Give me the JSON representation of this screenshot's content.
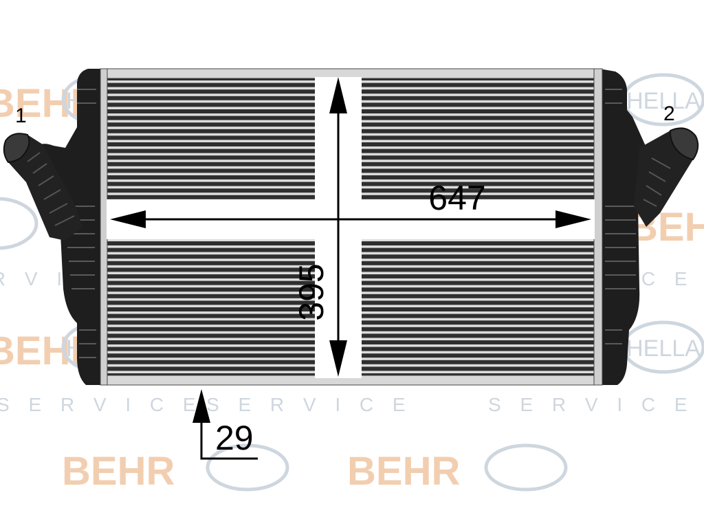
{
  "watermark": {
    "behr": "BEHR",
    "hella": "HELLA",
    "service": "S E R V I C E"
  },
  "labels": {
    "port_inlet": "1",
    "port_outlet": "2"
  },
  "dimensions": {
    "width": "647",
    "height": "395",
    "depth": "29"
  },
  "colors": {
    "watermark_behr": "#f1c9a8",
    "watermark_hella": "#c9d2dc",
    "core_dark": "#3a3a3a",
    "tank": "#1e1e1e",
    "line": "#000000"
  }
}
